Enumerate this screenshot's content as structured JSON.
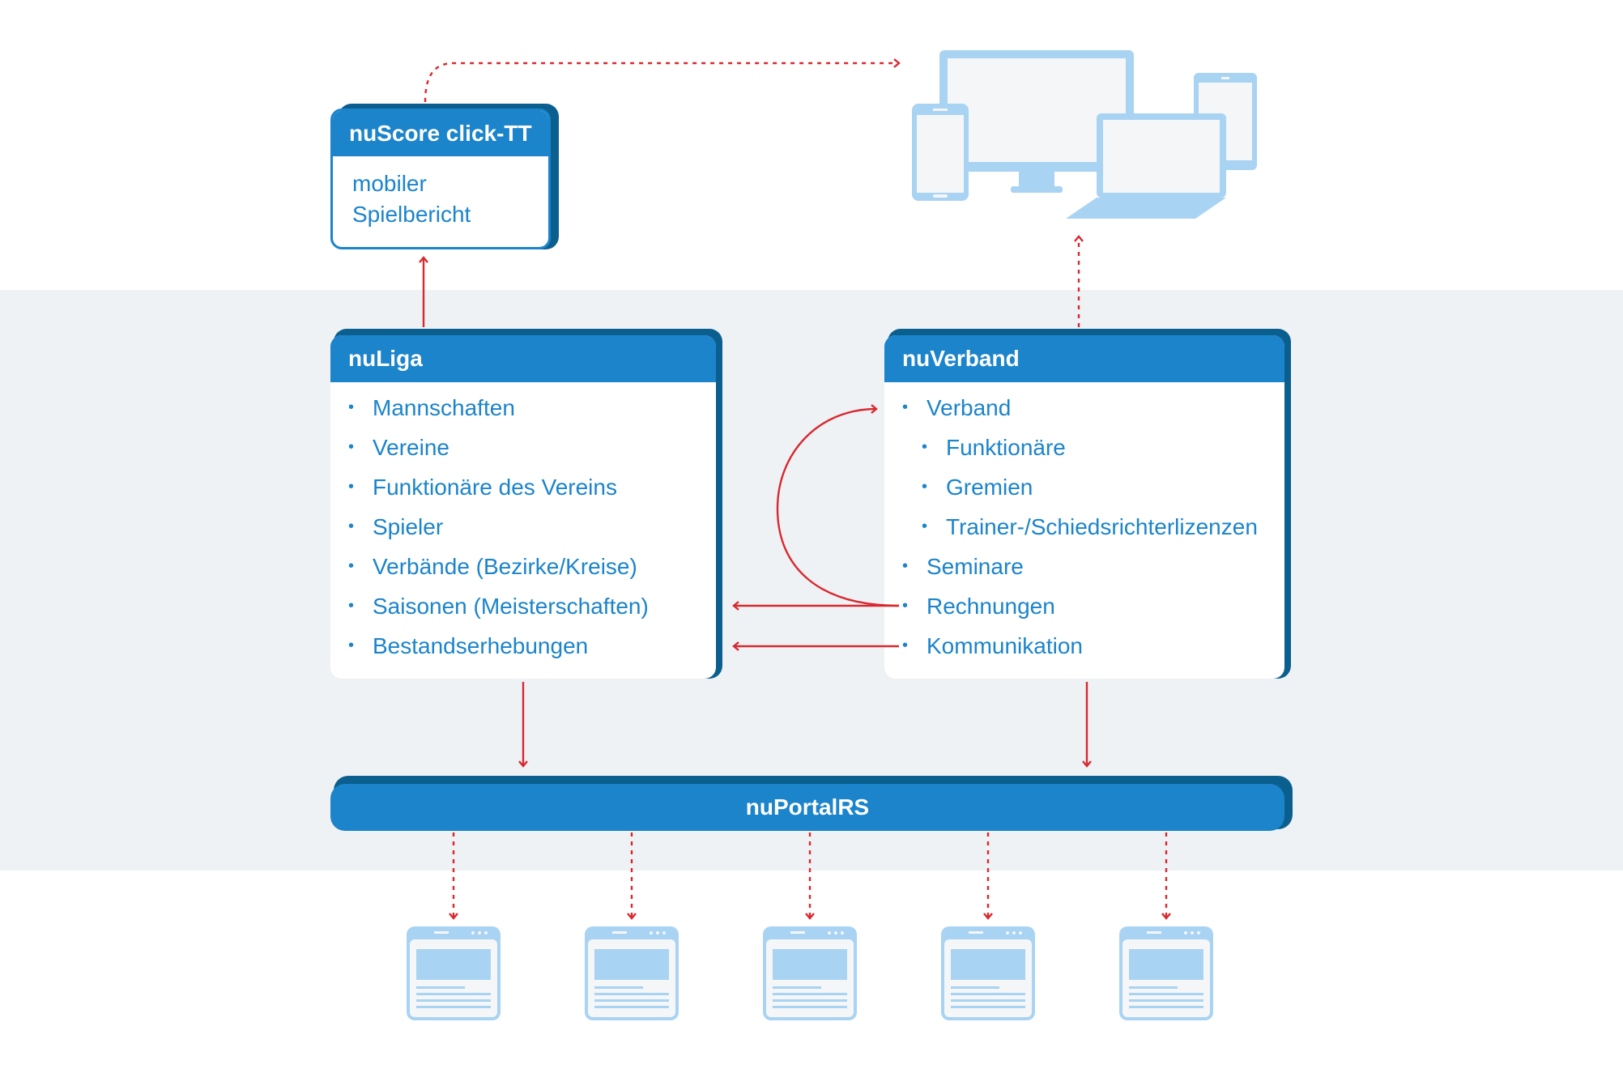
{
  "nuscore": {
    "title": "nuScore click-TT",
    "line1": "mobiler",
    "line2": "Spielbericht"
  },
  "nuliga": {
    "title": "nuLiga",
    "items": [
      "Mannschaften",
      "Vereine",
      "Funktionäre des Vereins",
      "Spieler",
      "Verbände (Bezirke/Kreise)",
      "Saisonen (Meisterschaften)",
      "Bestandserhebungen"
    ]
  },
  "nuverband": {
    "title": "nuVerband",
    "items": [
      "Verband",
      "Funktionäre",
      "Gremien",
      "Trainer-/Schiedsrichterlizenzen",
      "Seminare",
      "Rechnungen",
      "Kommunikation"
    ]
  },
  "portal": {
    "title": "nuPortalRS"
  },
  "icons": {
    "devices": "devices-icon",
    "browser": "browser-window-icon"
  },
  "colors": {
    "primary": "#1b84cb",
    "shadow": "#0b5f8e",
    "arrow": "#d9282f",
    "device": "#a9d3f2",
    "band": "#eff2f5"
  }
}
